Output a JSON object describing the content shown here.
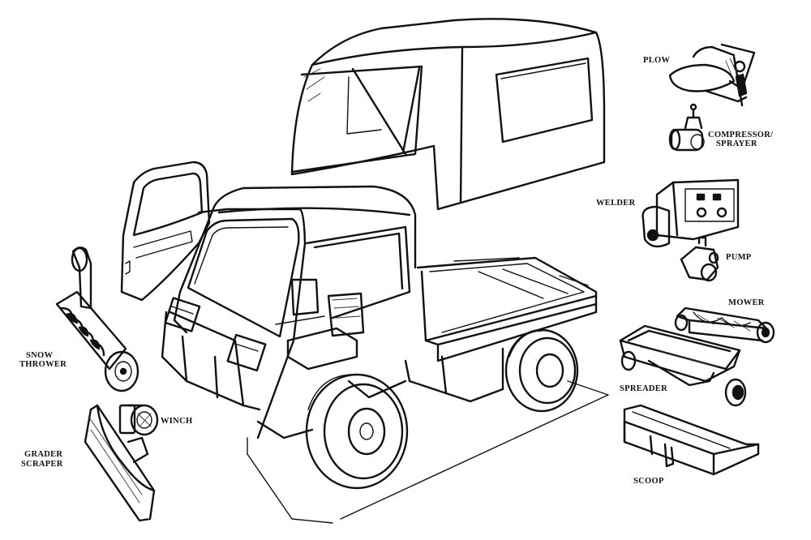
{
  "labels": {
    "plow": "PLOW",
    "compressor": "COMPRESSOR/",
    "sprayer": "SPRAYER",
    "welder": "WELDER",
    "pump": "PUMP",
    "mower": "MOWER",
    "spreader": "SPREADER",
    "scoop": "SCOOP",
    "snow1": "SNOW",
    "snow2": "THROWER",
    "winch": "WINCH",
    "grader1": "GRADER",
    "grader2": "SCRAPER"
  }
}
